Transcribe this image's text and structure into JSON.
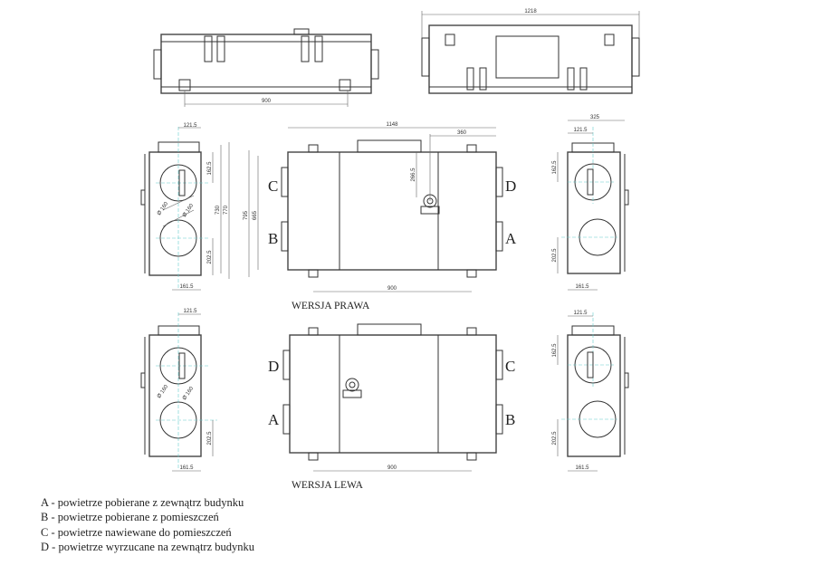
{
  "dimensions": {
    "top_left_width": "900",
    "top_right_width": "1218",
    "side_offset": "121.5",
    "side_top_port": "162.5",
    "side_bottom_port": "202.5",
    "side_bottom_offset": "161.5",
    "diameter_upper": "Ø 160",
    "diameter_lower": "Ø 160",
    "side_height_inner": "730",
    "side_height_outer": "770",
    "front_height_outer": "795",
    "front_height_inner": "665",
    "front_length": "1148",
    "front_port_offset": "360",
    "front_port_height": "266.5",
    "front_foot_span": "900",
    "right_side_width": "325",
    "lewa_foot_span": "900"
  },
  "port_labels": {
    "prawa": {
      "top_left": "C",
      "bottom_left": "B",
      "top_right": "D",
      "bottom_right": "A"
    },
    "lewa": {
      "top_left": "D",
      "bottom_left": "A",
      "top_right": "C",
      "bottom_right": "B"
    }
  },
  "captions": {
    "prawa": "WERSJA PRAWA",
    "lewa": "WERSJA LEWA"
  },
  "legend": [
    "A - powietrze pobierane z zewnątrz budynku",
    "B - powietrze pobierane z pomieszczeń",
    "C - powietrze nawiewane do pomieszczeń",
    "D - powietrze wyrzucane na zewnątrz budynku"
  ]
}
